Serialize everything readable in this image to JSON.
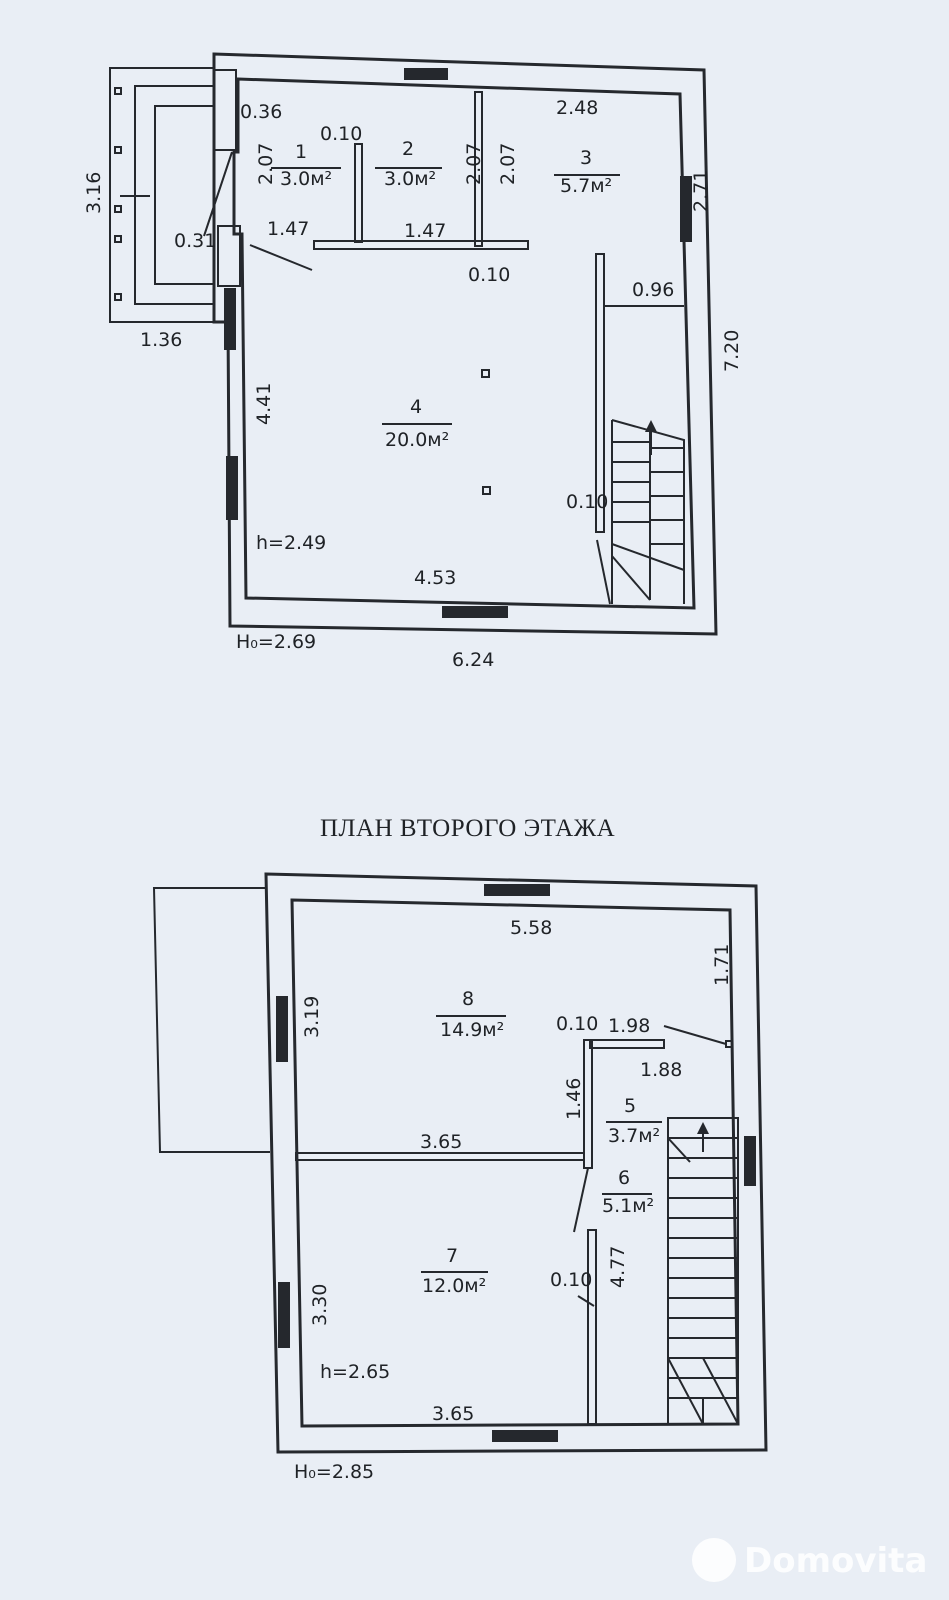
{
  "plan1": {
    "room_numbers": {
      "r1": "1",
      "r2": "2",
      "r3": "3",
      "r4": "4"
    },
    "room_areas": {
      "r1": "3.0м²",
      "r2": "3.0м²",
      "r3": "5.7м²",
      "r4": "20.0м²"
    },
    "dims": {
      "d036": "0.36",
      "d010a": "0.10",
      "d248": "2.48",
      "d207a": "2.07",
      "d207b": "2.07",
      "d207c": "2.07",
      "d316": "3.16",
      "d031": "0.31",
      "d147a": "1.47",
      "d147b": "1.47",
      "d010b": "0.10",
      "d271": "2.71",
      "d096": "0.96",
      "d720": "7.20",
      "d136": "1.36",
      "d441": "4.41",
      "d010c": "0.10",
      "h": "h=2.49",
      "d453": "4.53",
      "H0": "H₀=2.69",
      "d624": "6.24"
    }
  },
  "plan2": {
    "title": "ПЛАН ВТОРОГО ЭТАЖА",
    "room_numbers": {
      "r5": "5",
      "r6": "6",
      "r7": "7",
      "r8": "8"
    },
    "room_areas": {
      "r5": "3.7м²",
      "r6": "5.1м²",
      "r7": "12.0м²",
      "r8": "14.9м²"
    },
    "dims": {
      "d558": "5.58",
      "d171": "1.71",
      "d319": "3.19",
      "d010a": "0.10",
      "d198": "1.98",
      "d188": "1.88",
      "d146": "1.46",
      "d365a": "3.65",
      "d477": "4.77",
      "d010b": "0.10",
      "d330": "3.30",
      "h": "h=2.65",
      "d365b": "3.65",
      "H0": "H₀=2.85"
    }
  },
  "watermark": {
    "text": "Domovita"
  }
}
